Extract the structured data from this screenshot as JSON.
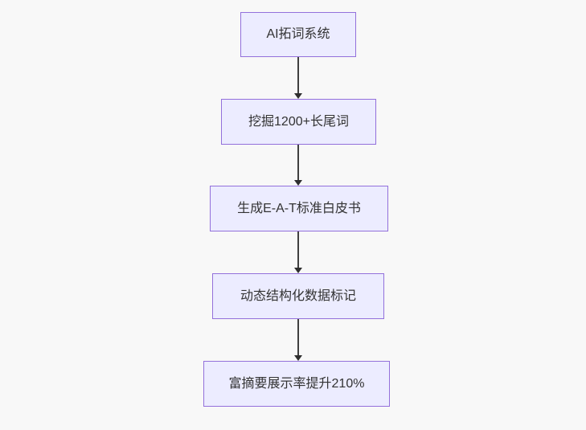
{
  "diagram": {
    "type": "flowchart",
    "direction": "top-down",
    "colors": {
      "node_fill": "#ECECFF",
      "node_border": "#9370DB",
      "arrow": "#333333",
      "text": "#333333",
      "background": "#f8f8f8"
    },
    "nodes": [
      {
        "label": "AI拓词系统"
      },
      {
        "label": "挖掘1200+长尾词"
      },
      {
        "label": "生成E-A-T标准白皮书"
      },
      {
        "label": "动态结构化数据标记"
      },
      {
        "label": "富摘要展示率提升210%"
      }
    ],
    "edges": [
      {
        "from": 0,
        "to": 1
      },
      {
        "from": 1,
        "to": 2
      },
      {
        "from": 2,
        "to": 3
      },
      {
        "from": 3,
        "to": 4
      }
    ]
  }
}
